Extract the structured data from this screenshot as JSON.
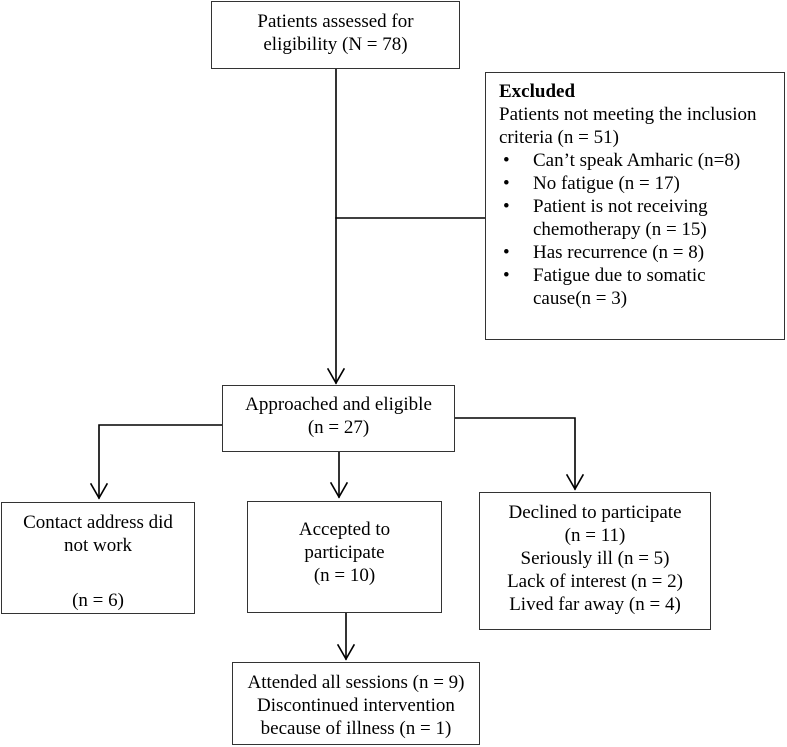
{
  "assessed": {
    "line1": "Patients assessed for",
    "line2": "eligibility (N = 78)"
  },
  "excluded": {
    "heading": "Excluded",
    "intro_line1": "Patients not meeting the inclusion",
    "intro_line2": "criteria (n = 51)",
    "items": [
      {
        "line1": "Can’t speak Amharic (n=8)"
      },
      {
        "line1": "No fatigue (n = 17)"
      },
      {
        "line1": "Patient is not receiving",
        "line2": "chemotherapy (n = 15)"
      },
      {
        "line1": "Has recurrence (n = 8)"
      },
      {
        "line1": "Fatigue due to somatic",
        "line2": "cause(n = 3)"
      }
    ]
  },
  "approached": {
    "line1": "Approached and eligible",
    "line2": "(n = 27)"
  },
  "contact": {
    "line1": "Contact address did",
    "line2": "not work",
    "line3": "(n = 6)"
  },
  "accepted": {
    "line1": "Accepted to",
    "line2": "participate",
    "line3": "(n = 10)"
  },
  "declined": {
    "line1": "Declined to participate",
    "line2": "(n = 11)",
    "line3": "Seriously ill (n = 5)",
    "line4": "Lack of interest (n = 2)",
    "line5": "Lived far away (n = 4)"
  },
  "attended": {
    "line1": "Attended all sessions (n = 9)",
    "line2": "Discontinued intervention",
    "line3": "because of illness (n = 1)"
  }
}
